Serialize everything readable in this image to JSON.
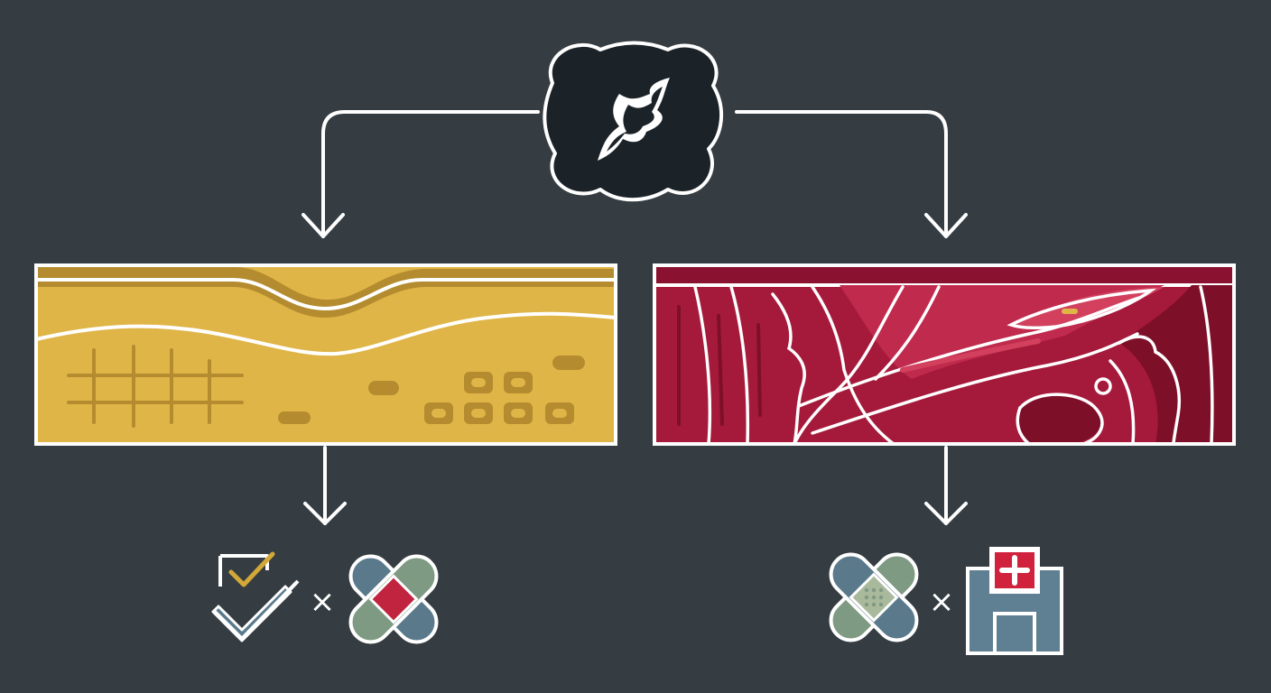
{
  "diagram": {
    "root": {
      "icon": "wound-icon"
    },
    "branches": [
      {
        "id": "superficial",
        "panel": {
          "icon": "skin-layer-cross-section",
          "fill": "#e0b548",
          "stroke": "#b48b2e"
        },
        "outcome": {
          "icons": [
            "checkmark-icon",
            "bandage-icon"
          ],
          "operator": "×"
        }
      },
      {
        "id": "deep",
        "panel": {
          "icon": "muscle-tissue-cross-section",
          "fill": "#a51a3a",
          "stroke": "#7e0f28"
        },
        "outcome": {
          "icons": [
            "bandage-icon",
            "hospital-icon"
          ],
          "operator": "×"
        }
      }
    ]
  },
  "colors": {
    "background": "#353d42",
    "line": "#ffffff",
    "root_fill": "#1c2328",
    "bandage_green": "#7f9a83",
    "bandage_blue": "#5a7a8c",
    "bandage_pad_red": "#c0243f",
    "bandage_pad_tan": "#a9b99c",
    "check_gold": "#d4a838",
    "hospital_blue": "#5f7f92",
    "hospital_cross_red": "#d0213d"
  }
}
